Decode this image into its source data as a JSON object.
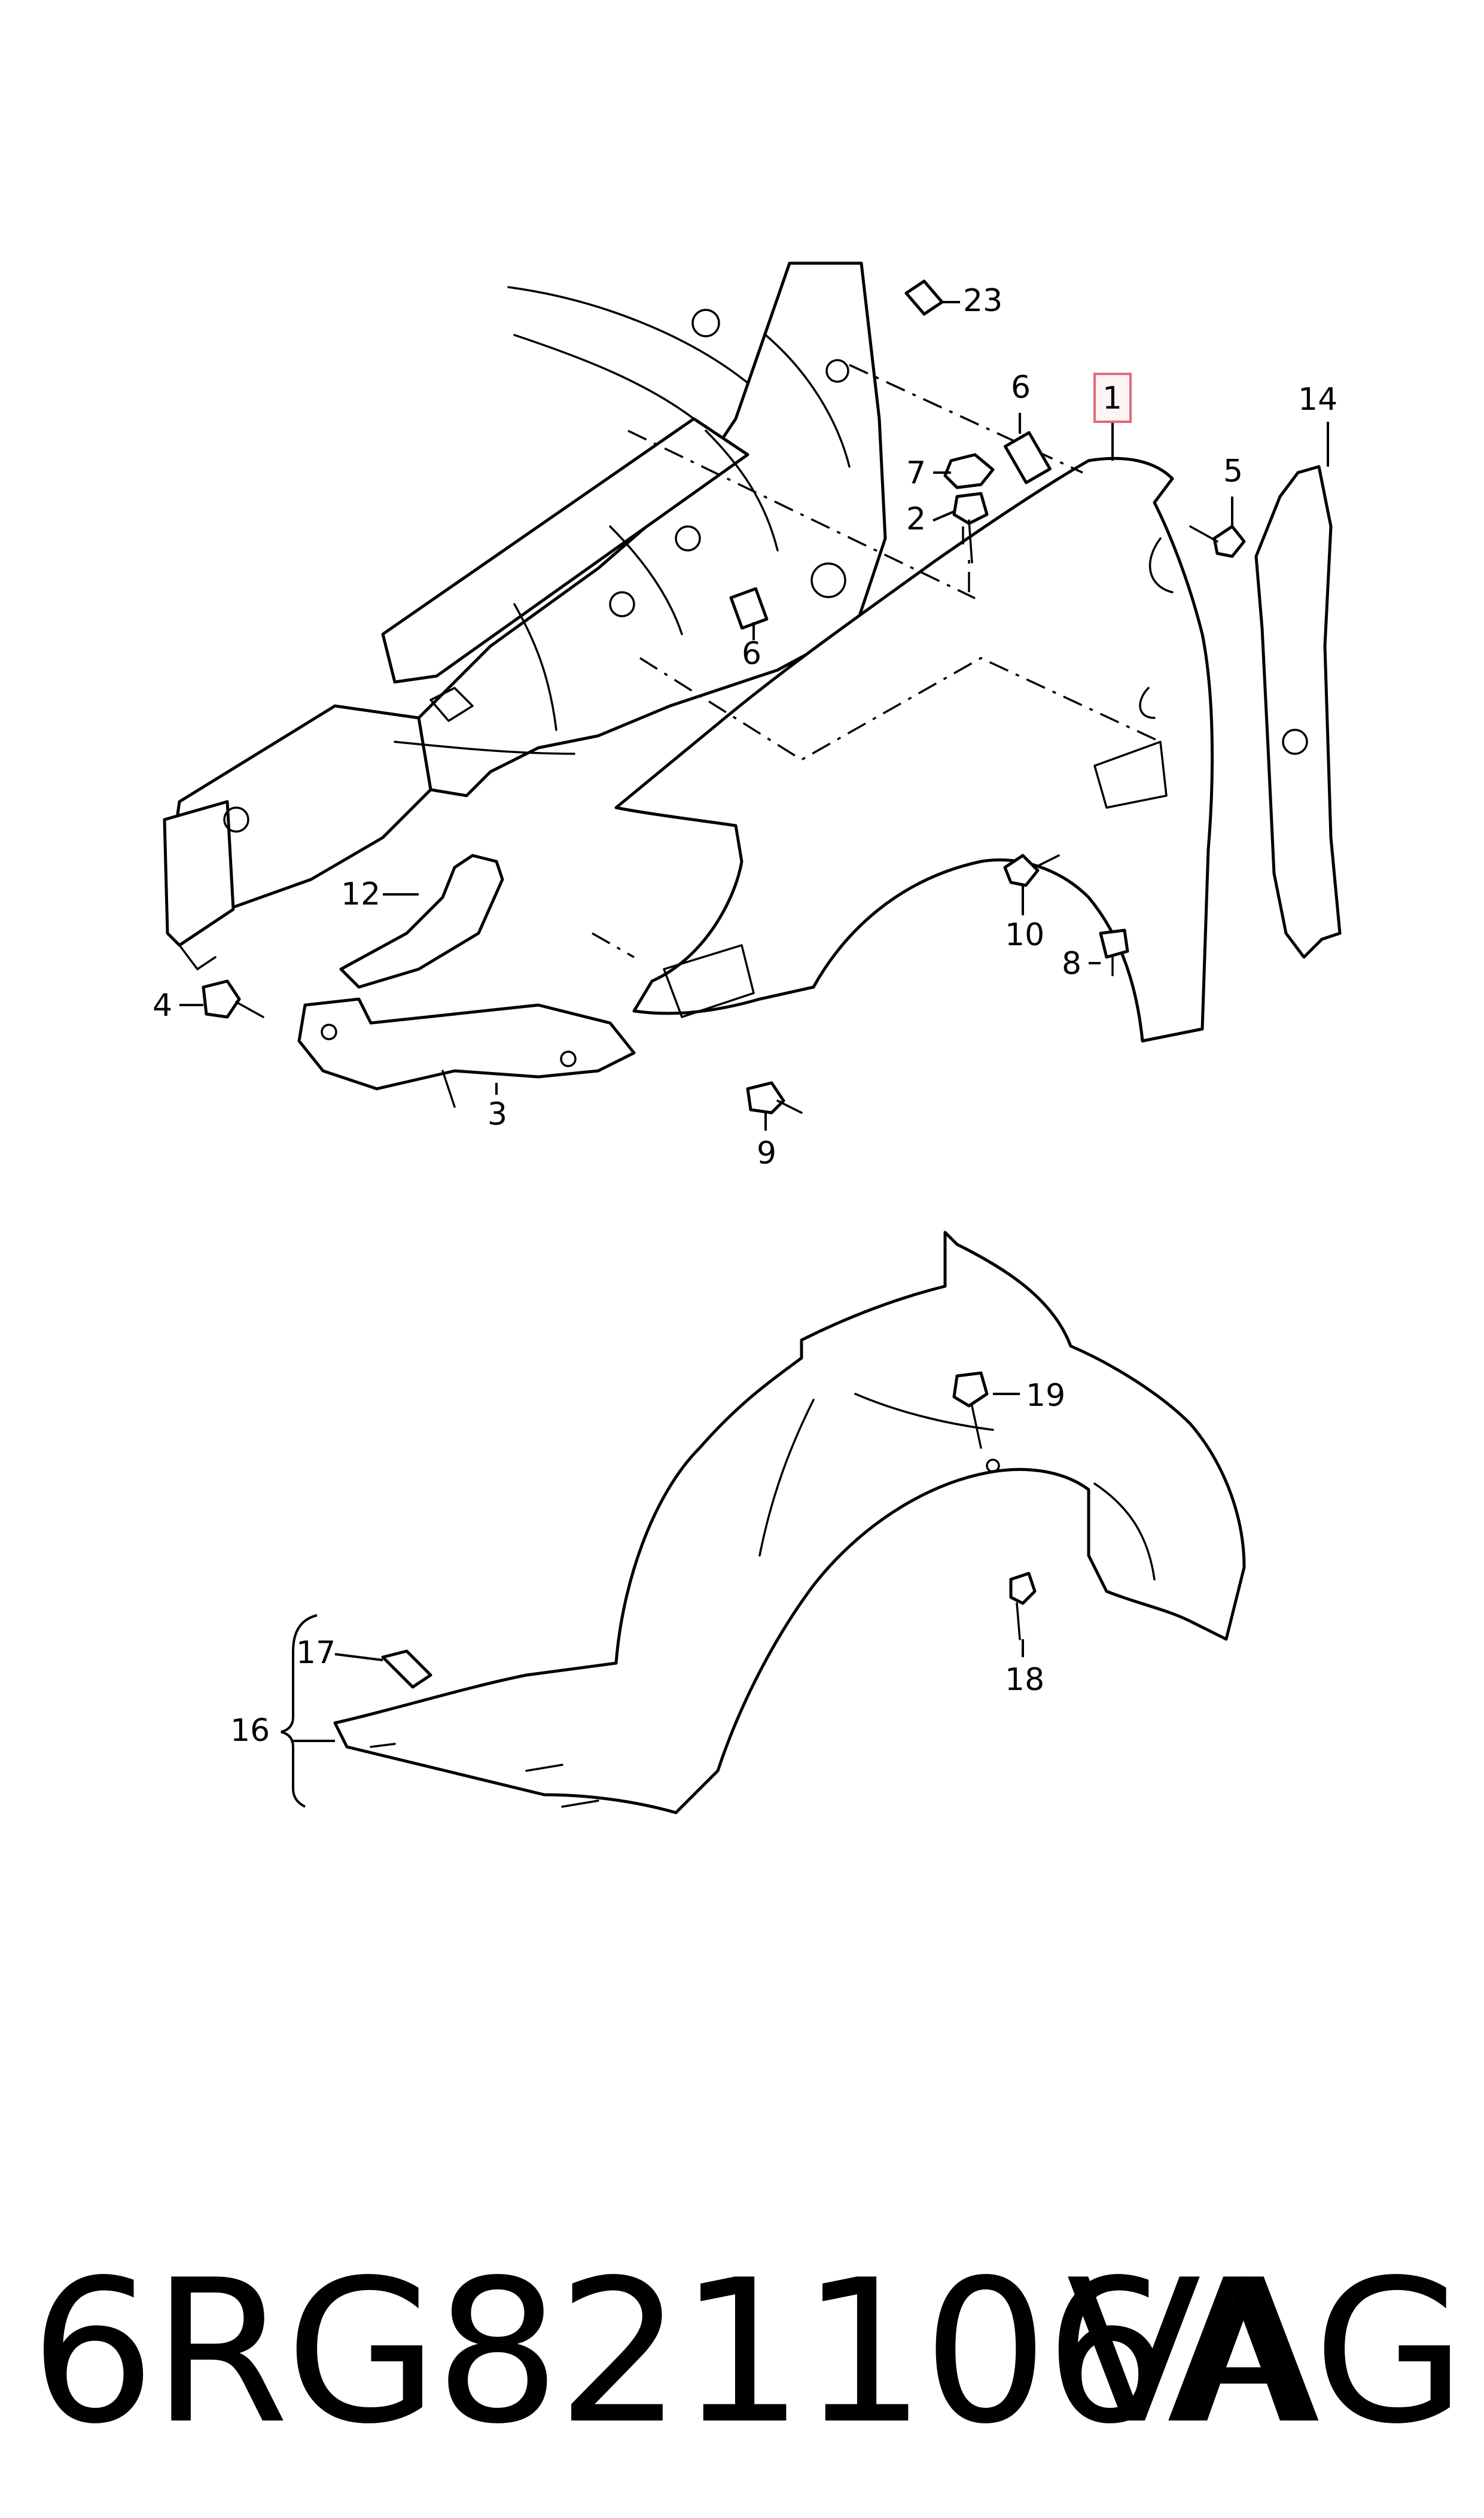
{
  "diagram": {
    "callouts": {
      "c1": "1",
      "c2": "2",
      "c3": "3",
      "c4": "4",
      "c5": "5",
      "c6a": "6",
      "c6b": "6",
      "c7": "7",
      "c8": "8",
      "c9": "9",
      "c10": "10",
      "c12": "12",
      "c14": "14",
      "c16": "16",
      "c17": "17",
      "c18": "18",
      "c19": "19",
      "c23": "23"
    },
    "highlight_color": "#e06a7a",
    "line_color": "#000000"
  },
  "caption": {
    "part_number": "6RG821106A",
    "brand": "VAG"
  }
}
